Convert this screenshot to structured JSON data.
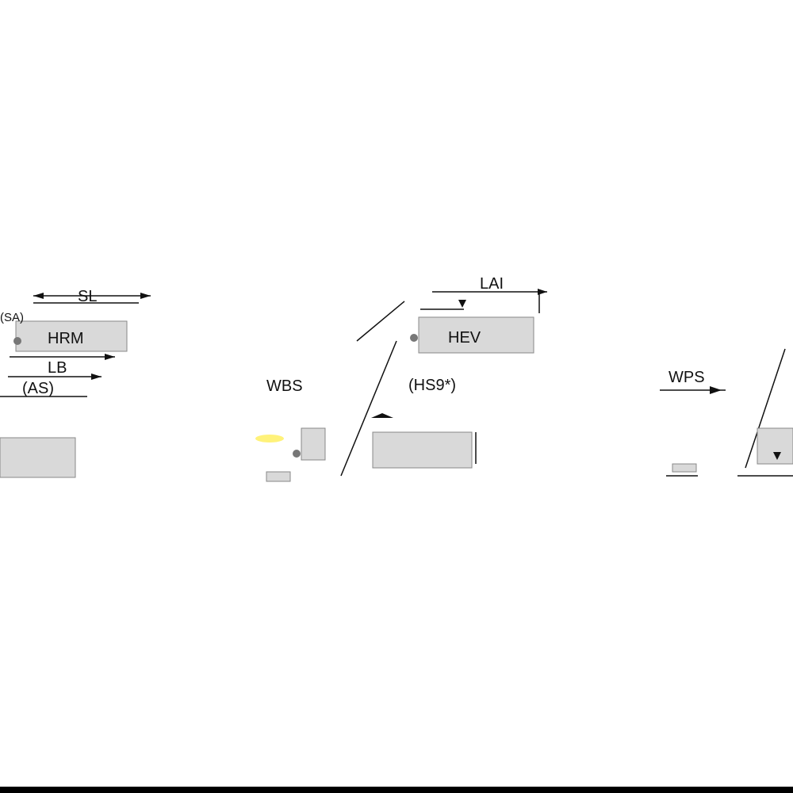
{
  "labels": {
    "left_top": "SL",
    "left_top2": "(SA)",
    "left_box": "HRM",
    "left_mid": "LB",
    "left_bottom": "(AS)",
    "center_top": "LAI",
    "center_box": "HEV",
    "center_mid": "(HS9*)",
    "center_left": "WBS",
    "right_top": "WPS"
  },
  "colors": {
    "line": "#111111",
    "fill": "#d9d9d9",
    "highlight": "#fff27a",
    "bar": "#000000"
  }
}
